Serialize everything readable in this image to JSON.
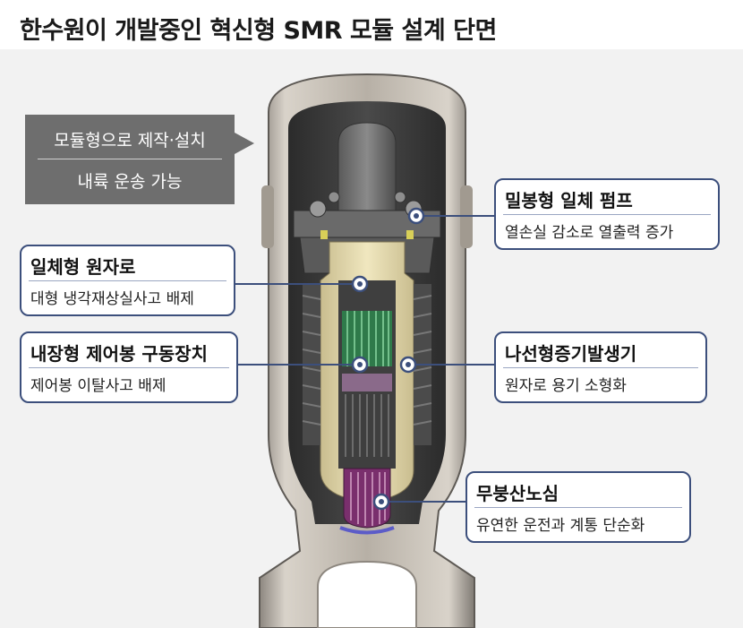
{
  "title": "한수원이 개발중인 혁신형 SMR 모듈 설계 단면",
  "highlight": {
    "line1": "모듈형으로 제작·설치",
    "line2": "내륙 운송 가능"
  },
  "callouts": [
    {
      "head": "밀봉형 일체 펌프",
      "sub": "열손실 감소로 열출력 증가"
    },
    {
      "head": "일체형 원자로",
      "sub": "대형 냉각재상실사고 배제"
    },
    {
      "head": "내장형 제어봉 구동장치",
      "sub": "제어봉 이탈사고 배제"
    },
    {
      "head": "나선형증기발생기",
      "sub": "원자로 용기 소형화"
    },
    {
      "head": "무붕산노심",
      "sub": "유연한 운전과 계통 단순화"
    }
  ],
  "colors": {
    "callout_border": "#3c4f7c",
    "leader_line": "#3c4f7c",
    "highlight_box": "#6e6e6e"
  }
}
